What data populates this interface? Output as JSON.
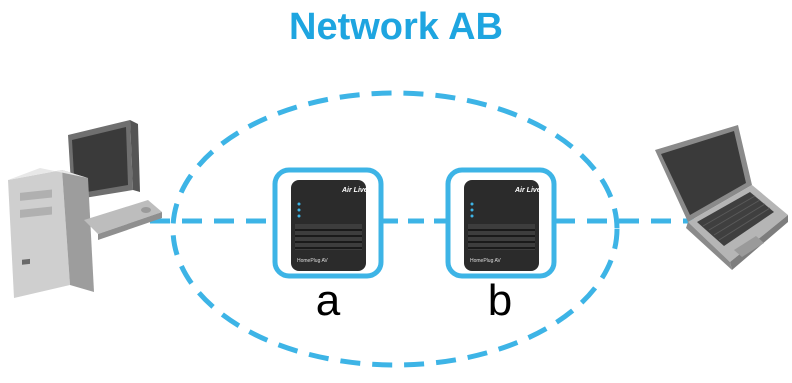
{
  "diagram": {
    "title": "Network AB",
    "adapter_a_label": "a",
    "adapter_b_label": "b",
    "device_brand": "Air Live",
    "device_model": "HomePlug AV"
  },
  "colors": {
    "accent": "#1ea5e0",
    "link": "#3db4e6",
    "device_body": "#2b2b2b"
  },
  "icons": {
    "desktop": "desktop-computer-icon",
    "laptop": "laptop-icon",
    "adapter": "powerline-adapter-icon"
  }
}
